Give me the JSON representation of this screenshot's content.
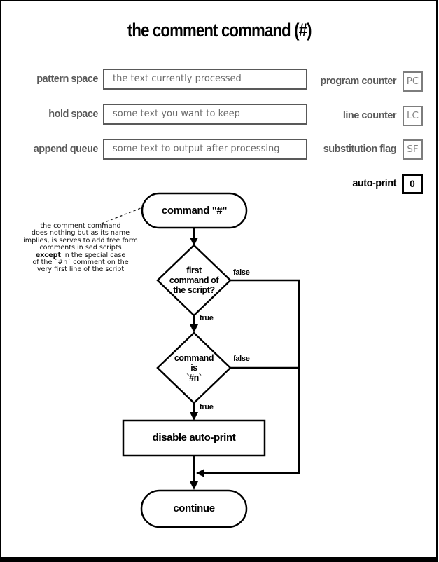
{
  "title": "the comment command (#)",
  "state": {
    "fields": [
      {
        "label": "pattern space",
        "value": "the text currently processed"
      },
      {
        "label": "hold space",
        "value": "some text you want to keep"
      },
      {
        "label": "append queue",
        "value": "some text to output after processing"
      }
    ],
    "registers": [
      {
        "label": "program counter",
        "abbr": "PC"
      },
      {
        "label": "line counter",
        "abbr": "LC"
      },
      {
        "label": "substitution flag",
        "abbr": "SF"
      },
      {
        "label": "auto-print",
        "abbr": "0"
      }
    ]
  },
  "annotation": {
    "lines": [
      "the comment command",
      "does nothing but as its name",
      "implies, is serves to add free form",
      "comments in sed scripts",
      " in the special case",
      "of the `#n` comment on the",
      "very first line of the script"
    ],
    "bold_word": "except"
  },
  "flowchart": {
    "start": "command \"#\"",
    "decision1": "first\ncommand of\nthe script?",
    "decision2": "command\nis\n`#n`",
    "process": "disable auto-print",
    "end": "continue",
    "labels": {
      "false1": "false",
      "true1": "true",
      "false2": "false",
      "true2": "true"
    }
  },
  "colors": {
    "ink": "#000000",
    "muted_label": "#595959",
    "field_border": "#595959",
    "field_text": "#696969",
    "register_border": "#7d7d7d",
    "register_text": "#828282"
  }
}
